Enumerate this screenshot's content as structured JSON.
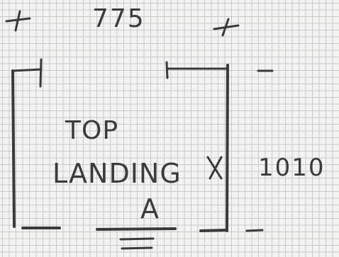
{
  "sketch": {
    "width_label": "775",
    "height_label": "1010",
    "room_label_line1": "TOP",
    "room_label_line2": "LANDING",
    "room_label_line3": "A",
    "ink_color": "#3a3a3a",
    "grid_color": "#c9c9cb",
    "paper_color": "#f3f3f2"
  }
}
